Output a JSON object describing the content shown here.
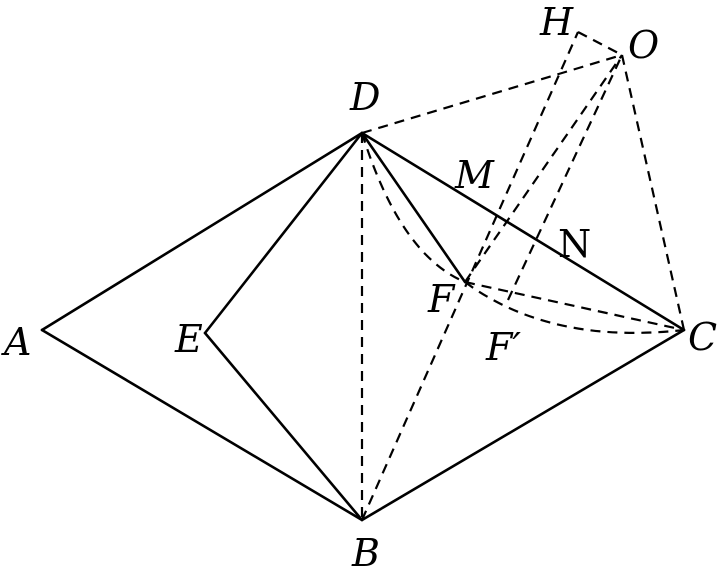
{
  "figure": {
    "labels": {
      "A": "A",
      "B": "B",
      "C": "C",
      "D": "D",
      "E": "E",
      "F": "F",
      "F_prime": "F′",
      "H": "H",
      "O": "O",
      "M": "M",
      "N": "N"
    }
  }
}
